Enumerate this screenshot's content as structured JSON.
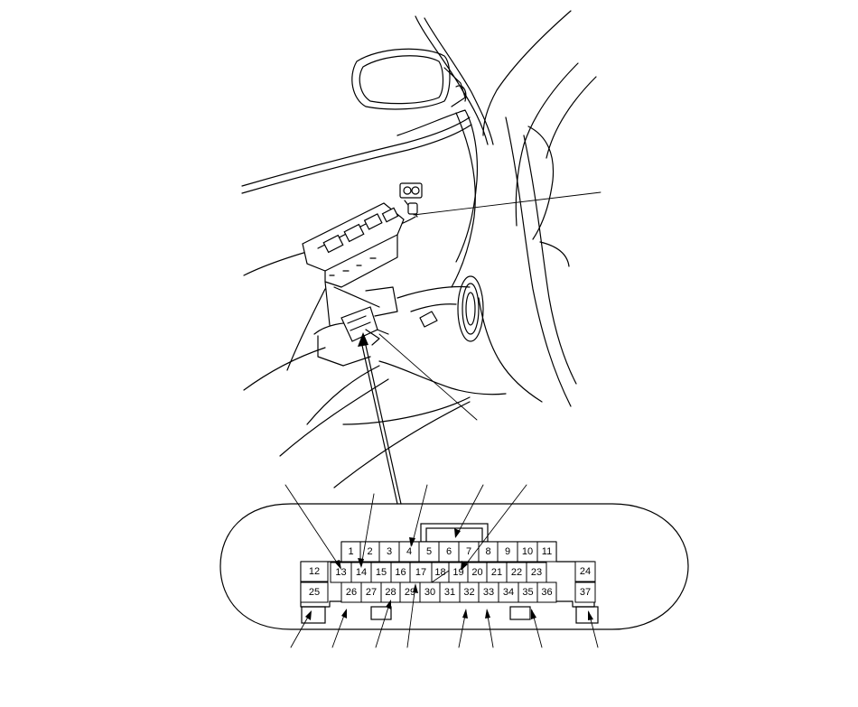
{
  "connector": {
    "pins": [
      "1",
      "2",
      "3",
      "4",
      "5",
      "6",
      "7",
      "8",
      "9",
      "10",
      "11",
      "12",
      "13",
      "14",
      "15",
      "16",
      "17",
      "18",
      "19",
      "20",
      "21",
      "22",
      "23",
      "24",
      "25",
      "26",
      "27",
      "28",
      "29",
      "30",
      "31",
      "32",
      "33",
      "34",
      "35",
      "36",
      "37"
    ]
  }
}
